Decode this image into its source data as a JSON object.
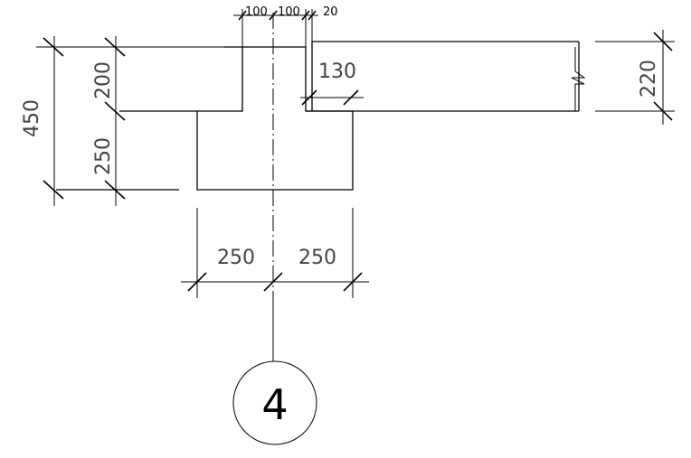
{
  "dimensions": {
    "top_1": "100",
    "top_2": "100",
    "top_3": "20",
    "slab_inner": "130",
    "slab_right": "220",
    "left_overall": "450",
    "left_upper": "200",
    "left_lower": "250",
    "bottom_left": "250",
    "bottom_right": "250"
  },
  "detail_number": "4"
}
